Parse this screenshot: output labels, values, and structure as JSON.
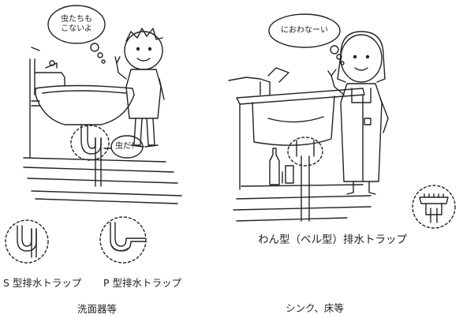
{
  "left_scene": {
    "speech_line1": "虫たちも",
    "speech_line2": "こないよ",
    "bug_label": "虫だ！",
    "trap_s_label": "S 型排水トラップ",
    "trap_p_label": "P 型排水トラップ",
    "caption": "洗面器等"
  },
  "right_scene": {
    "speech": "におわなーい",
    "trap_bell_label": "わん型（ベル型）排水トラップ",
    "caption": "シンク、床等"
  }
}
